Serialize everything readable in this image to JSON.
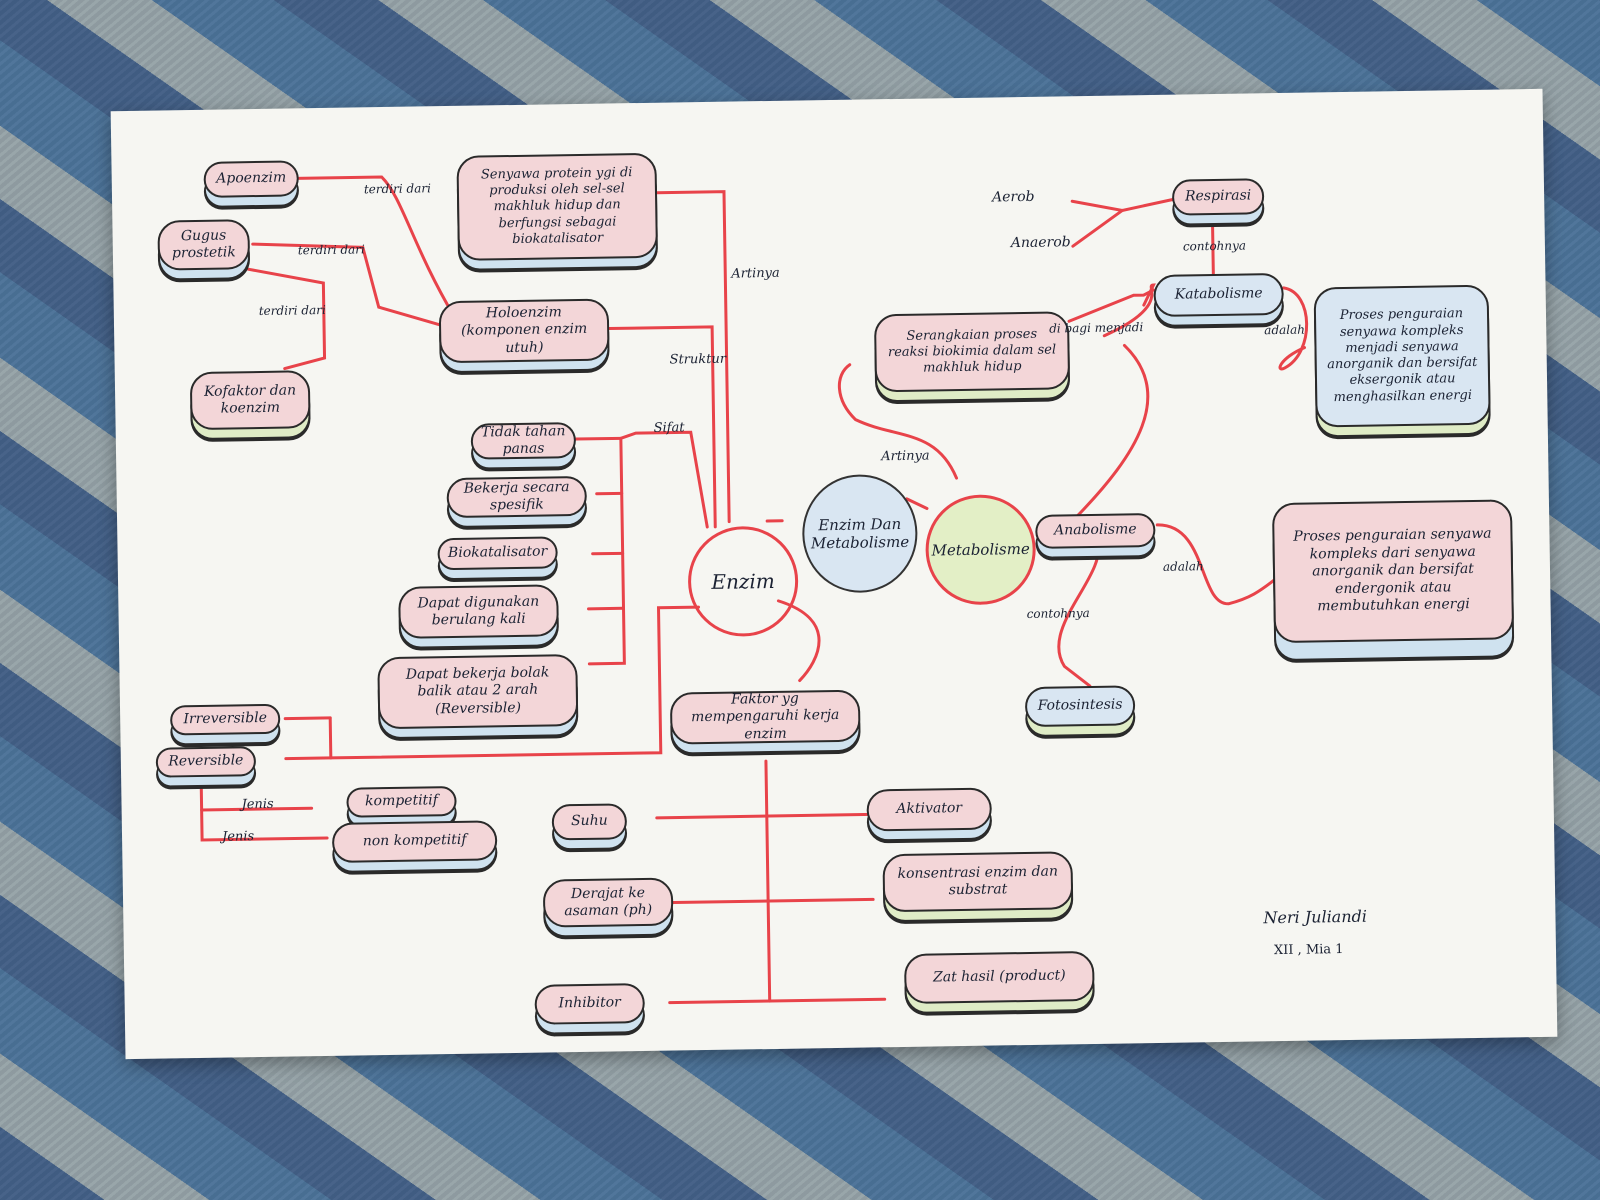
{
  "center": {
    "title": "Enzim Dan Metabolisme"
  },
  "enzim": {
    "label": "Enzim",
    "definition": "Senyawa protein ygi di produksi oleh sel-sel makhluk hidup dan berfungsi sebagai biokatalisator",
    "holoenzim": "Holoenzim (komponen enzim utuh)",
    "apoenzim": "Apoenzim",
    "gugus": "Gugus prostetik",
    "kofaktor": "Kofaktor dan koenzim",
    "sifat": [
      "Tidak tahan panas",
      "Bekerja secara spesifik",
      "Biokatalisator",
      "Dapat digunakan berulang kali",
      "Dapat bekerja bolak balik atau 2 arah (Reversible)"
    ],
    "irreversible": "Irreversible",
    "reversible": "Reversible",
    "kompetitif": "kompetitif",
    "nonkompetitif": "non kompetitif",
    "faktor": "Faktor yg mempengaruhi kerja enzim",
    "faktor_left": [
      "Suhu",
      "Derajat ke asaman (ph)",
      "Inhibitor"
    ],
    "faktor_right": [
      "Aktivator",
      "konsentrasi enzim dan substrat",
      "Zat hasil (product)"
    ]
  },
  "metabolisme": {
    "label": "Metabolisme",
    "definition": "Serangkaian proses reaksi biokimia dalam sel makhluk hidup",
    "katabolisme": "Katabolisme",
    "katabolisme_def": "Proses penguraian senyawa kompleks menjadi senyawa anorganik dan bersifat eksergonik atau menghasilkan energi",
    "respirasi": "Respirasi",
    "aerob": "Aerob",
    "anaerob": "Anaerob",
    "anabolisme": "Anabolisme",
    "anabolisme_def": "Proses penguraian senyawa kompleks dari senyawa anorganik dan bersifat endergonik atau membutuhkan energi",
    "fotosintesis": "Fotosintesis"
  },
  "labels": {
    "artinya": "Artinya",
    "struktur": "Struktur",
    "sifat": "Sifat",
    "terdiri_dari": "terdiri dari",
    "terdiri_dari2": "terdiri dari",
    "terdiri_dari3": "terdiri dari",
    "artinya2": "Artinya",
    "dibagi": "di bagi menjadi",
    "contohnya1": "contohnya",
    "adalah1": "adalah",
    "adalah2": "adalah",
    "contohnya2": "contohnya",
    "jenis1": "Jenis",
    "jenis2": "Jenis"
  },
  "signature": {
    "name": "Neri Juliandi",
    "class": "XII , Mia 1"
  }
}
